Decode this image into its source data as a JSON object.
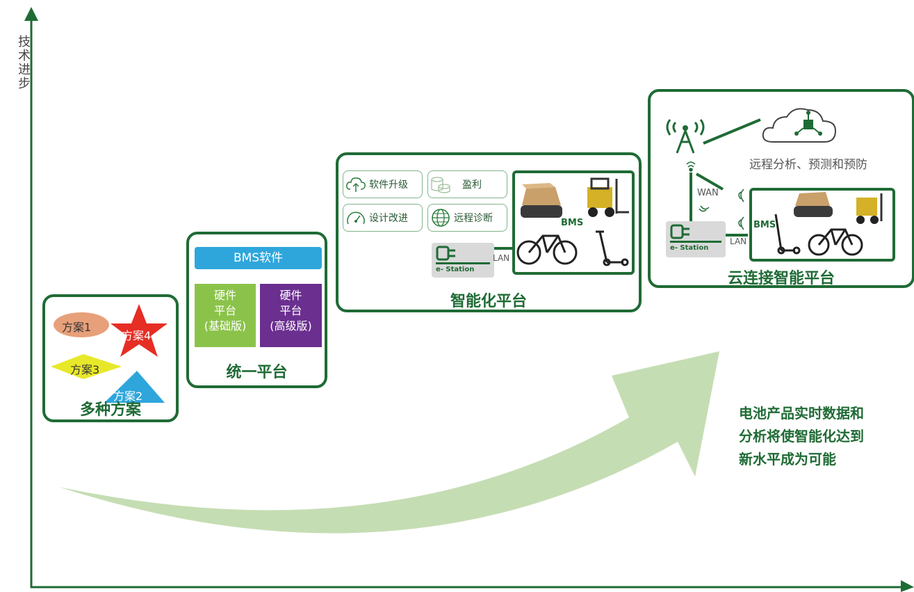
{
  "y_axis_label": "技术进步",
  "stages": [
    {
      "title": "多种方案",
      "options": [
        "方案1",
        "方案4",
        "方案3",
        "方案2"
      ]
    },
    {
      "title": "统一平台",
      "software": "BMS软件",
      "hw_basic": [
        "硬件",
        "平台",
        "(基础版)"
      ],
      "hw_advanced": [
        "硬件",
        "平台",
        "(高级版)"
      ]
    },
    {
      "title": "智能化平台",
      "features": [
        "软件升级",
        "盈利",
        "设计改进",
        "远程诊断"
      ],
      "estation": "e- Station",
      "lan": "LAN",
      "bms": "BMS"
    },
    {
      "title": "云连接智能平台",
      "cloud_caption": "远程分析、预测和预防",
      "wan": "WAN",
      "lan": "LAN",
      "estation": "e- Station",
      "bms": "BMS"
    }
  ],
  "callout": [
    "电池产品实时数据和",
    "分析将使智能化达到",
    "新水平成为可能"
  ],
  "colors": {
    "dark_green": "#1f6b35",
    "light_green_arrow": "#c5ddb3",
    "blue": "#2ea6dc",
    "light_green": "#8bc34a",
    "purple": "#6b2f8f",
    "red": "#e62e24",
    "yellow": "#e8e82a",
    "orange": "#e8a07a"
  }
}
